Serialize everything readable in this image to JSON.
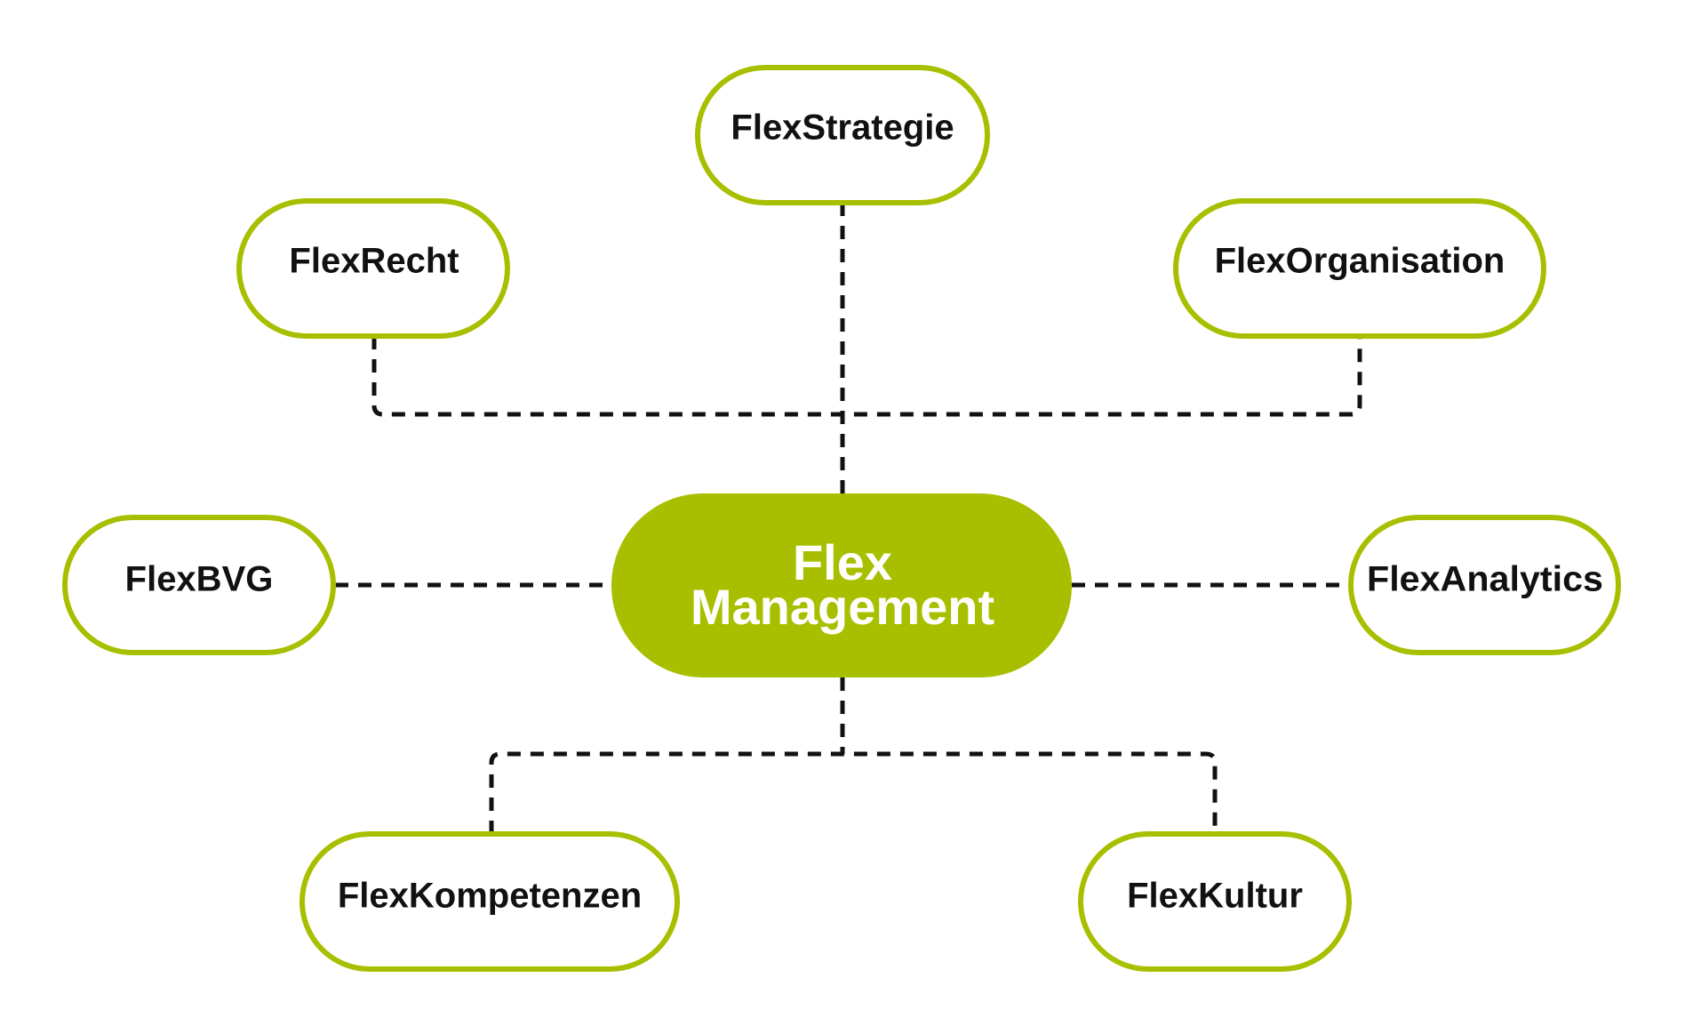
{
  "diagram": {
    "center": {
      "line1": "Flex",
      "line2": "Management"
    },
    "nodes": {
      "strategie": "FlexStrategie",
      "recht": "FlexRecht",
      "organisation": "FlexOrganisation",
      "bvg": "FlexBVG",
      "analytics": "FlexAnalytics",
      "kompetenzen": "FlexKompetenzen",
      "kultur": "FlexKultur"
    },
    "colors": {
      "accent": "#a8bf00",
      "node_fill": "#ffffff",
      "connector": "#111111",
      "text": "#111111",
      "center_text": "#ffffff"
    }
  }
}
